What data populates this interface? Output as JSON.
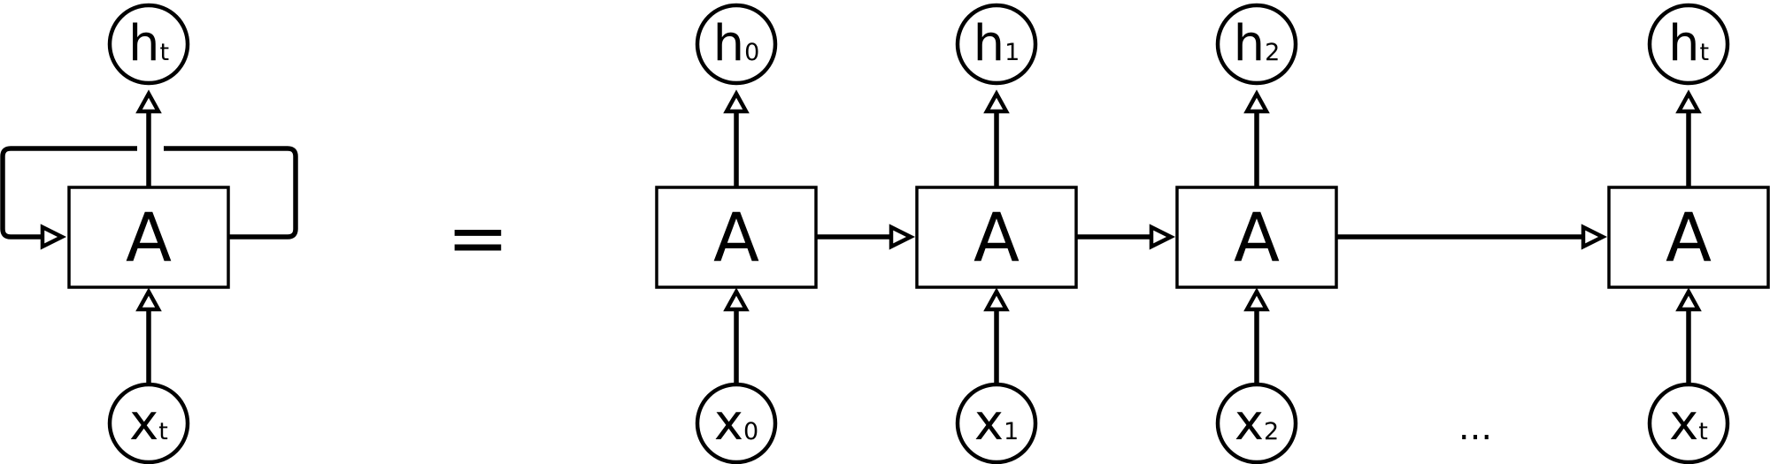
{
  "rolled": {
    "cell_label": "A",
    "output": {
      "symbol": "h",
      "index": "t"
    },
    "input": {
      "symbol": "x",
      "index": "t"
    }
  },
  "equals": "=",
  "unrolled": [
    {
      "cell_label": "A",
      "output": {
        "symbol": "h",
        "index": "0"
      },
      "input": {
        "symbol": "x",
        "index": "0"
      }
    },
    {
      "cell_label": "A",
      "output": {
        "symbol": "h",
        "index": "1"
      },
      "input": {
        "symbol": "x",
        "index": "1"
      }
    },
    {
      "cell_label": "A",
      "output": {
        "symbol": "h",
        "index": "2"
      },
      "input": {
        "symbol": "x",
        "index": "2"
      }
    },
    {
      "cell_label": "A",
      "output": {
        "symbol": "h",
        "index": "t"
      },
      "input": {
        "symbol": "x",
        "index": "t"
      }
    }
  ],
  "ellipsis": "..."
}
